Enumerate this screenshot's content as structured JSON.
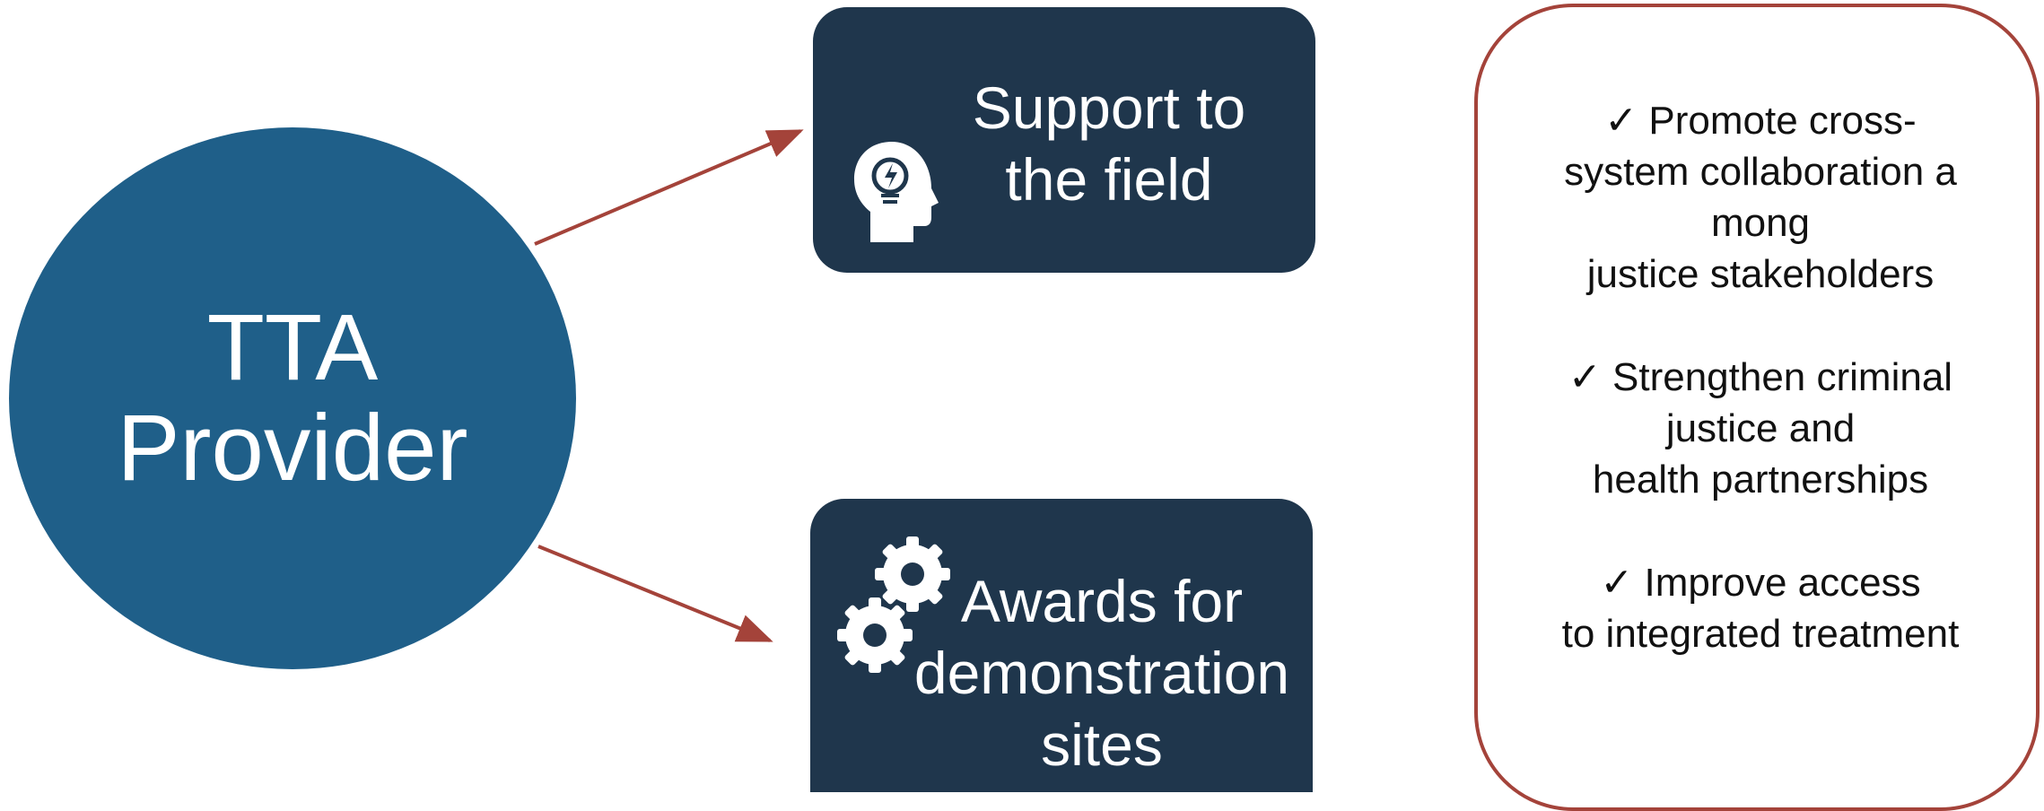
{
  "provider": {
    "lines": [
      "TTA",
      "Provider"
    ]
  },
  "support": {
    "lines": [
      "Support to",
      "the field"
    ],
    "icon": "head-lightbulb-icon"
  },
  "awards": {
    "lines": [
      "Awards for",
      "demonstration",
      "sites"
    ],
    "icon": "gears-icon"
  },
  "goals": [
    {
      "lines": [
        "✓  Promote cross-",
        "system collaboration  a",
        "mong",
        "justice stakeholders"
      ]
    },
    {
      "lines": [
        "✓  Strengthen criminal",
        "justice and",
        "health partnerships"
      ]
    },
    {
      "lines": [
        "✓  Improve access",
        "to integrated treatment"
      ]
    }
  ],
  "colors": {
    "circle": "#1f5f89",
    "box": "#1f364c",
    "arrow": "#a4433a",
    "panel_border": "#a4433a"
  }
}
